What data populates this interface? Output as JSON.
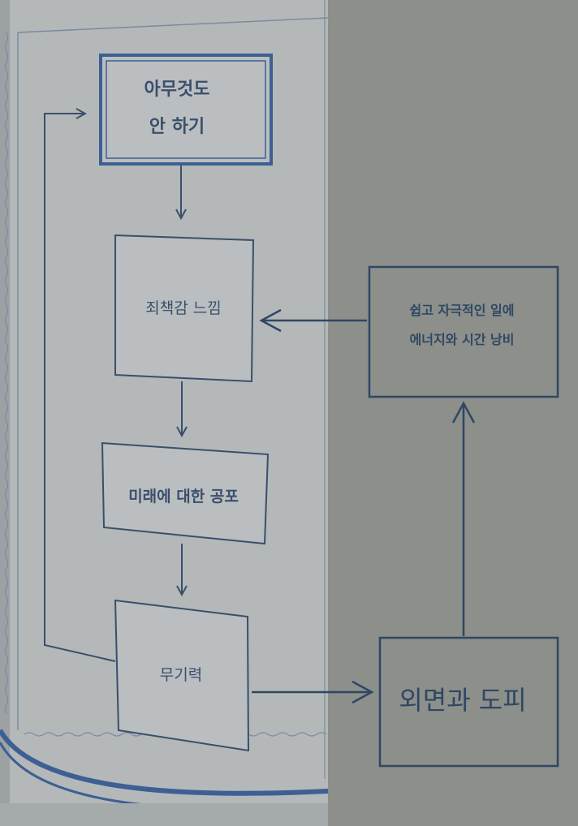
{
  "colors": {
    "page_paper": "#b5b9ba",
    "page_shadow": "#9aa0a1",
    "right_bg": "#8c8f8a",
    "ink": "#3a4f6a",
    "ink_light": "#4c6383",
    "right_ink": "#2f4763"
  },
  "diagram": {
    "nodes": {
      "do_nothing": {
        "line1": "아무것도",
        "line2": "안 하기"
      },
      "guilt": {
        "text": "죄책감 느낌"
      },
      "fear": {
        "text": "미래에 대한 공포"
      },
      "lethargy": {
        "text": "무기력"
      },
      "waste": {
        "line1": "쉽고 자극적인 일에",
        "line2": "에너지와 시간 낭비"
      },
      "avoidance": {
        "text": "외면과 도피"
      }
    }
  }
}
